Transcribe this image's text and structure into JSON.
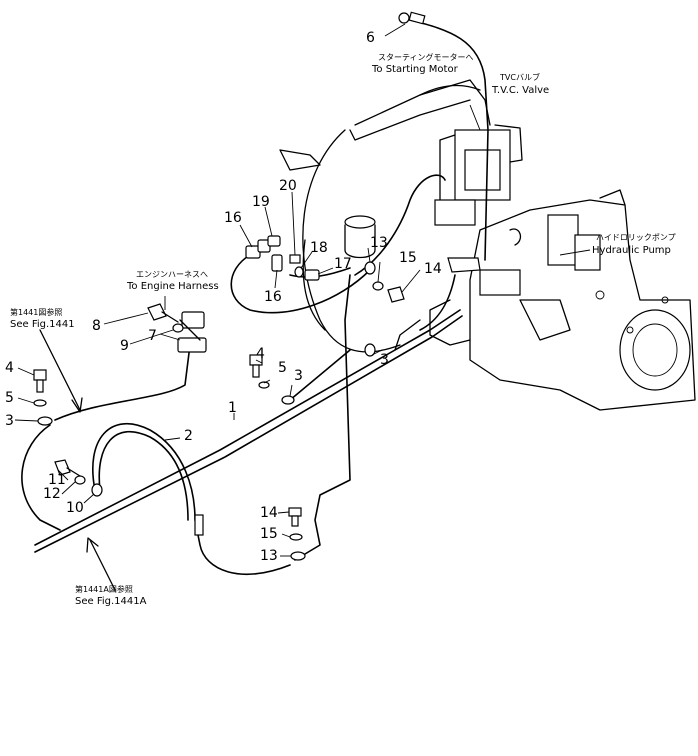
{
  "callouts": [
    {
      "id": "c6",
      "text": "6"
    },
    {
      "id": "c20",
      "text": "20"
    },
    {
      "id": "c19",
      "text": "19"
    },
    {
      "id": "c16a",
      "text": "16"
    },
    {
      "id": "c18",
      "text": "18"
    },
    {
      "id": "c13a",
      "text": "13"
    },
    {
      "id": "c17",
      "text": "17"
    },
    {
      "id": "c15a",
      "text": "15"
    },
    {
      "id": "c14a",
      "text": "14"
    },
    {
      "id": "c16b",
      "text": "16"
    },
    {
      "id": "c8",
      "text": "8"
    },
    {
      "id": "c9",
      "text": "9"
    },
    {
      "id": "c7",
      "text": "7"
    },
    {
      "id": "c4a",
      "text": "4"
    },
    {
      "id": "c5a",
      "text": "5"
    },
    {
      "id": "c3a",
      "text": "3"
    },
    {
      "id": "c4b",
      "text": "4"
    },
    {
      "id": "c5b",
      "text": "5"
    },
    {
      "id": "c3b",
      "text": "3"
    },
    {
      "id": "c3c",
      "text": "3"
    },
    {
      "id": "c1",
      "text": "1"
    },
    {
      "id": "c2",
      "text": "2"
    },
    {
      "id": "c11",
      "text": "11"
    },
    {
      "id": "c12",
      "text": "12"
    },
    {
      "id": "c10",
      "text": "10"
    },
    {
      "id": "c14b",
      "text": "14"
    },
    {
      "id": "c15b",
      "text": "15"
    },
    {
      "id": "c13b",
      "text": "13"
    }
  ],
  "notes": {
    "starting_motor": {
      "jp": "スターティングモーターへ",
      "en": "To Starting  Motor"
    },
    "tvc_valve": {
      "jp": "TVCバルブ",
      "en": "T.V.C. Valve"
    },
    "hydraulic_pump": {
      "jp": "ハイドロリックポンプ",
      "en": "Hydraulic Pump"
    },
    "engine_harness": {
      "jp": "エンジンハーネスへ",
      "en": "To Engine Harness"
    },
    "fig_1441": {
      "jp": "第1441図参照",
      "en": "See Fig.1441"
    },
    "fig_1441a": {
      "jp": "第1441A図参照",
      "en": "See Fig.1441A"
    }
  }
}
